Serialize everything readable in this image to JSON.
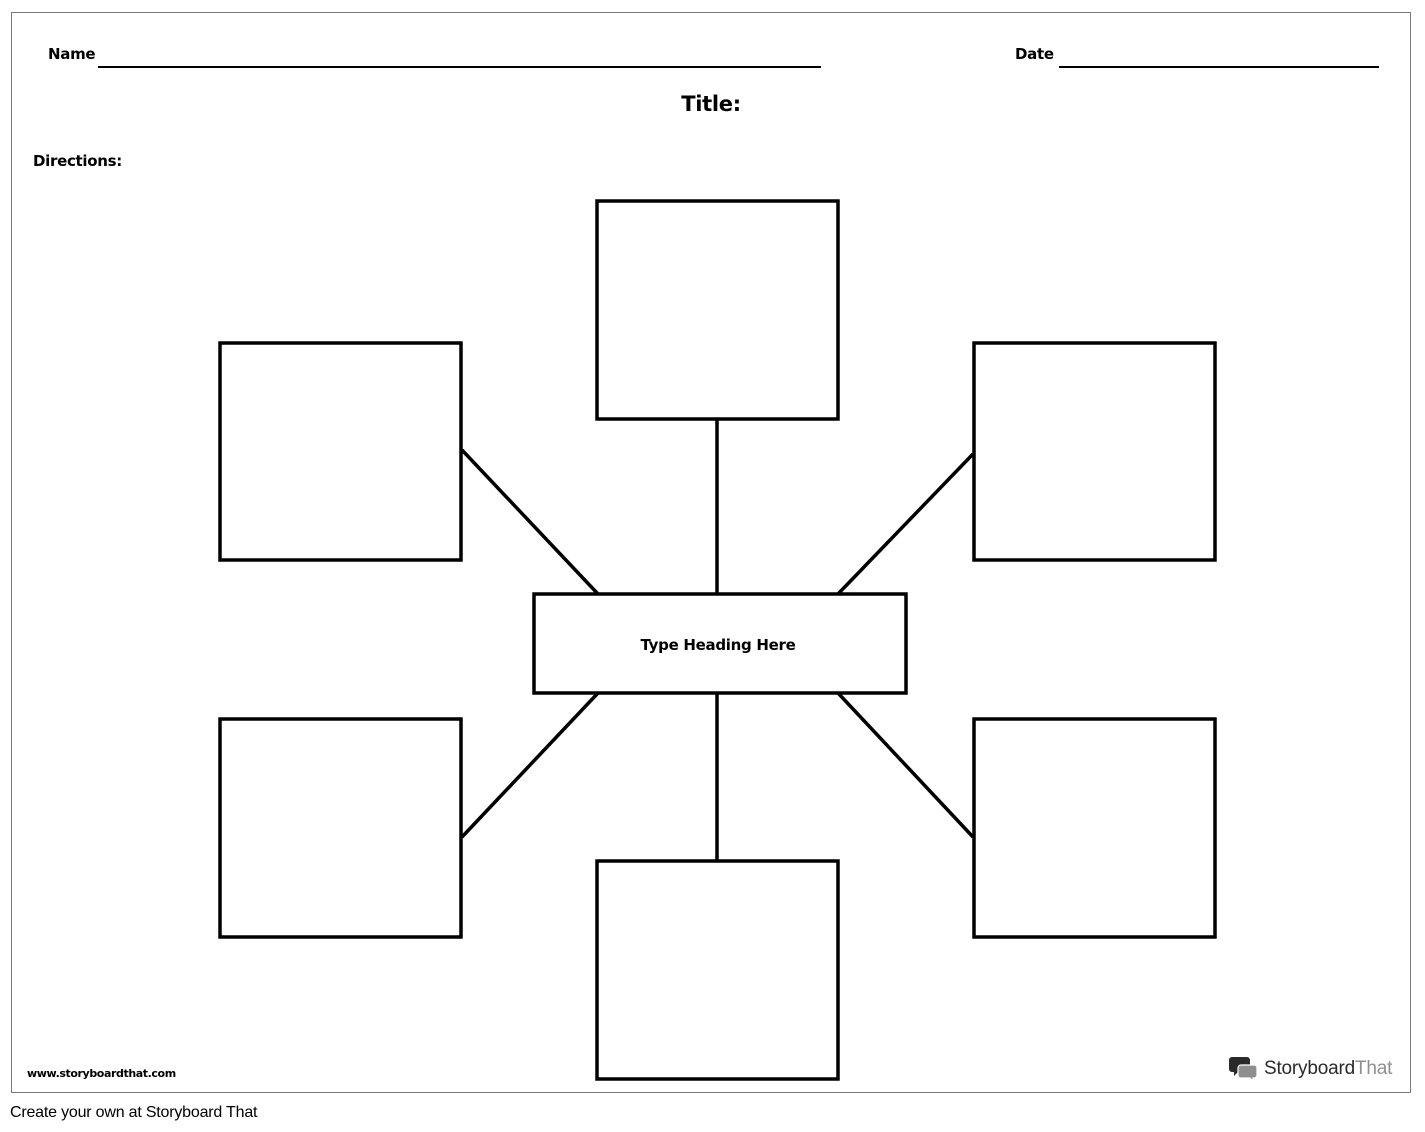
{
  "header": {
    "name_label": "Name",
    "date_label": "Date",
    "title_label": "Title:",
    "directions_label": "Directions:"
  },
  "diagram": {
    "center_heading": "Type Heading Here",
    "outer_box_count": 6
  },
  "footer": {
    "website": "www.storyboardthat.com",
    "brand_word_1": "Storyboard",
    "brand_word_2": "That",
    "caption": "Create your own at Storyboard That"
  },
  "colors": {
    "ink": "#000000",
    "border": "#7a7a7a",
    "brand_dark": "#2a2a2a",
    "brand_light": "#8f8f8f"
  }
}
